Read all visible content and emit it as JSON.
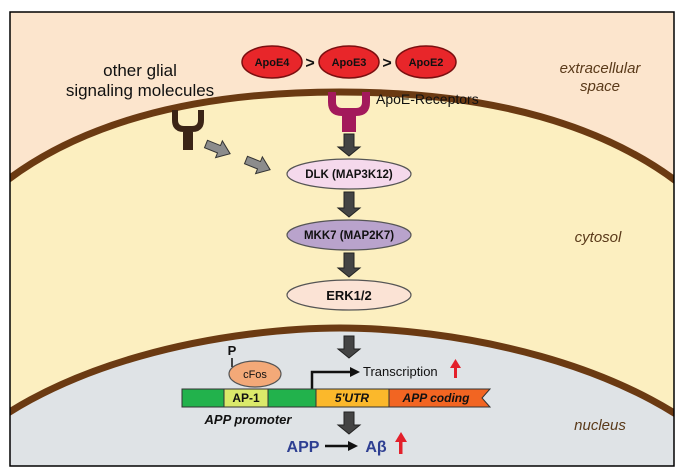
{
  "compartments": {
    "extracellular": "extracellular space",
    "cytosol": "cytosol",
    "nucleus": "nucleus"
  },
  "glial_label": [
    "other glial",
    "signaling molecules"
  ],
  "apoe": {
    "items": [
      "ApoE4",
      "ApoE3",
      "ApoE2"
    ],
    "relation": ">"
  },
  "receptor_label": "ApoE-Receptors",
  "pathway": {
    "dlk": "DLK (MAP3K12)",
    "mkk7": "MKK7 (MAP2K7)",
    "erk": "ERK1/2"
  },
  "nuclear": {
    "phospho": "P",
    "cfos": "cFos",
    "ap1": "AP-1",
    "transcription": "Transcription",
    "utr": "5'UTR",
    "coding": "APP coding",
    "promoter": "APP promoter",
    "app": "APP",
    "abeta": "Aβ"
  },
  "colors": {
    "extracellular": "#fce5cd",
    "cytosol": "#fcefc0",
    "nucleus": "#dfe3e6",
    "membrane": "#6b3a12",
    "apoe": "#e8262a",
    "receptor": "#a3195b",
    "glial_receptor": "#3b2416",
    "dlk": "#f5d9ec",
    "mkk7": "#b9a3cc",
    "erk": "#fbe3d5",
    "cfos": "#f3a978",
    "ap1_green": "#22b24c",
    "ap1_yellow": "#dbe96a",
    "utr": "#fbb82b",
    "coding": "#f26522",
    "up_arrow": "#e3202b",
    "app_text": "#2e3f92"
  }
}
